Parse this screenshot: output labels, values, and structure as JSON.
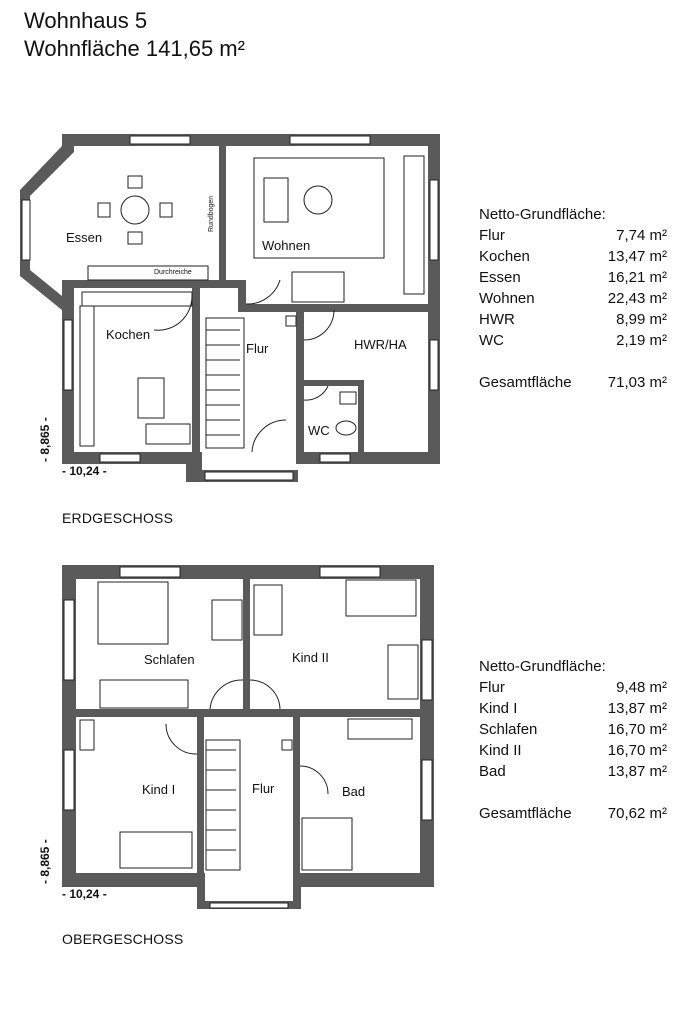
{
  "title": "Wohnhaus 5",
  "subtitle": "Wohnfläche 141,65 m²",
  "ground_floor": {
    "label": "ERDGESCHOSS",
    "dim_width": "- 10,24 -",
    "dim_depth": "- 8,865 -",
    "rooms": {
      "essen": "Essen",
      "wohnen": "Wohnen",
      "kochen": "Kochen",
      "flur": "Flur",
      "hwr": "HWR/HA",
      "wc": "WC",
      "rundbogen": "Rundbogen",
      "durchreiche": "Durchreiche"
    },
    "areas_header": "Netto-Grundfläche:",
    "areas": [
      {
        "name": "Flur",
        "value": "7,74 m²"
      },
      {
        "name": "Kochen",
        "value": "13,47 m²"
      },
      {
        "name": "Essen",
        "value": "16,21 m²"
      },
      {
        "name": "Wohnen",
        "value": "22,43 m²"
      },
      {
        "name": "HWR",
        "value": "8,99 m²"
      },
      {
        "name": "WC",
        "value": "2,19 m²"
      }
    ],
    "total_label": "Gesamtfläche",
    "total_value": "71,03 m²"
  },
  "upper_floor": {
    "label": "OBERGESCHOSS",
    "dim_width": "- 10,24 -",
    "dim_depth": "- 8,865 -",
    "rooms": {
      "schlafen": "Schlafen",
      "kind2": "Kind II",
      "kind1": "Kind I",
      "flur": "Flur",
      "bad": "Bad"
    },
    "areas_header": "Netto-Grundfläche:",
    "areas": [
      {
        "name": "Flur",
        "value": "9,48 m²"
      },
      {
        "name": "Kind I",
        "value": "13,87 m²"
      },
      {
        "name": "Schlafen",
        "value": "16,70 m²"
      },
      {
        "name": "Kind II",
        "value": "16,70 m²"
      },
      {
        "name": "Bad",
        "value": "13,87 m²"
      }
    ],
    "total_label": "Gesamtfläche",
    "total_value": "70,62 m²"
  },
  "colors": {
    "wall": "#5a5a5a",
    "line": "#222222",
    "window": "#ffffff"
  }
}
